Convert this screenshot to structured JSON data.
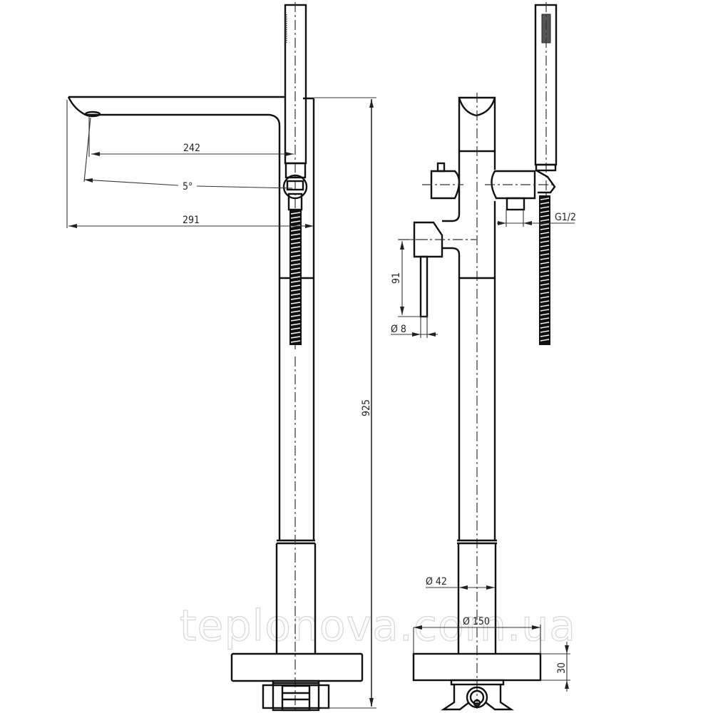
{
  "drawing": {
    "title": "Floor-standing bath/shower mixer — dimension drawing",
    "views": [
      "side-view",
      "front-view"
    ]
  },
  "dimensions": {
    "spout_reach": "242",
    "spout_angle": "5°",
    "overall_reach": "291",
    "total_height": "925",
    "lever_height": "91",
    "lever_diameter": "Ø 8",
    "hose_thread": "G1/2",
    "column_diameter": "Ø 42",
    "base_diameter": "Ø 150",
    "base_height": "30"
  },
  "watermark": {
    "text": "teplonova.com.ua"
  }
}
